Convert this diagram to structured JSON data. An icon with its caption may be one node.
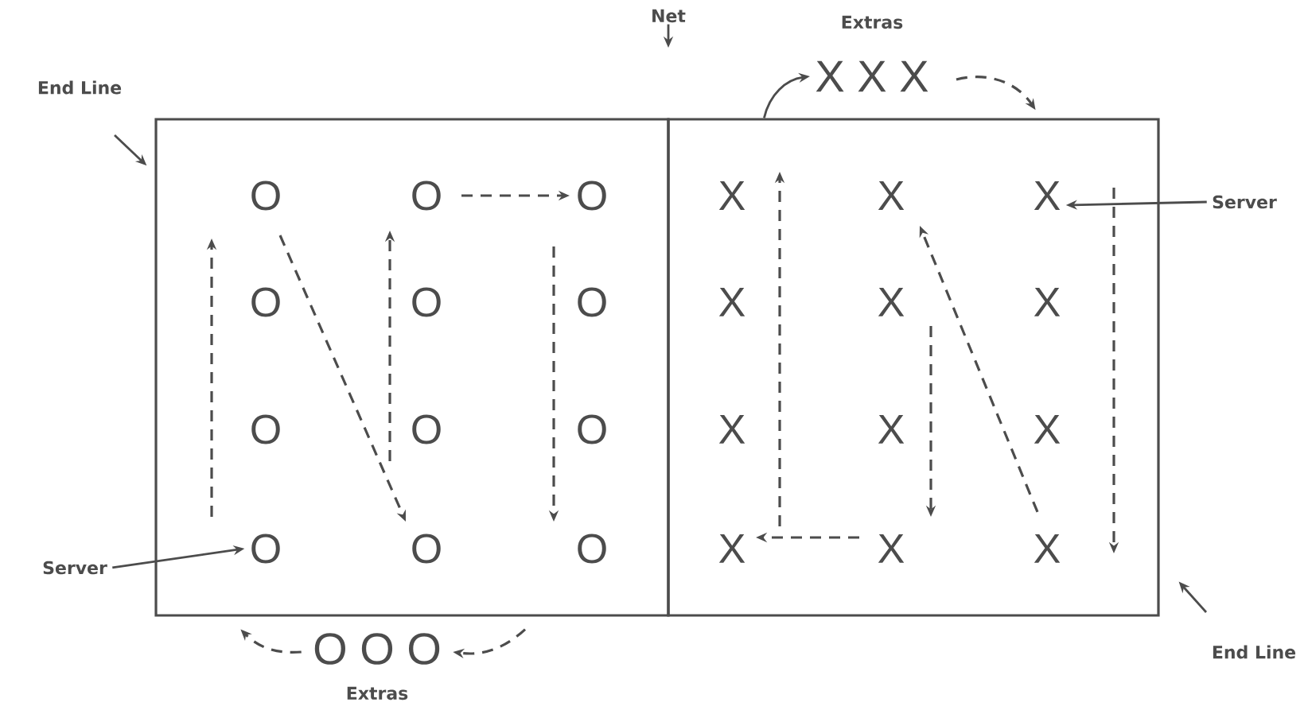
{
  "diagram": {
    "nodes": [
      {
        "text": [
          "End Line"
        ]
      },
      {
        "text": [
          "Net"
        ]
      },
      {
        "text": [
          "X X X"
        ],
        "beside": [
          "Extras"
        ]
      },
      {
        "text": [],
        "shape": "box"
      },
      {
        "text": [
          "O"
        ],
        "in": 3
      },
      {
        "text": [
          "O"
        ],
        "in": 3
      },
      {
        "text": [
          "O"
        ],
        "in": 3
      },
      {
        "text": [
          "O"
        ],
        "in": 3
      },
      {
        "text": [
          "O"
        ],
        "in": 3
      },
      {
        "text": [
          "O"
        ],
        "in": 3
      },
      {
        "text": [
          "O"
        ],
        "in": 3
      },
      {
        "text": [
          "O"
        ],
        "in": 3
      },
      {
        "text": [
          "O"
        ],
        "in": 3
      },
      {
        "text": [
          "O"
        ],
        "in": 3
      },
      {
        "text": [
          "O"
        ],
        "in": 3
      },
      {
        "text": [
          "O"
        ],
        "in": 3
      },
      {
        "text": [],
        "shape": "box"
      },
      {
        "text": [
          "X"
        ],
        "in": 16
      },
      {
        "text": [
          "X"
        ],
        "in": 16
      },
      {
        "text": [
          "X"
        ],
        "in": 16
      },
      {
        "text": [
          "X"
        ],
        "in": 16
      },
      {
        "text": [
          "X"
        ],
        "in": 16
      },
      {
        "text": [
          "X"
        ],
        "in": 16
      },
      {
        "text": [
          "X"
        ],
        "in": 16
      },
      {
        "text": [
          "X"
        ],
        "in": 16
      },
      {
        "text": [
          "X"
        ],
        "in": 16
      },
      {
        "text": [
          "X"
        ],
        "in": 16
      },
      {
        "text": [
          "X"
        ],
        "in": 16
      },
      {
        "text": [
          "X"
        ],
        "in": 16
      },
      {
        "text": [
          "Server"
        ]
      },
      {
        "text": [
          "Server"
        ]
      },
      {
        "text": [
          "End Line"
        ]
      },
      {
        "text": [
          "O O O"
        ],
        "beside": [
          "Extras"
        ]
      }
    ],
    "edges": [
      {
        "from": 13,
        "to": 4,
        "arrow": "to",
        "style": "dashed"
      },
      {
        "from": 4,
        "to": 14,
        "arrow": "to",
        "style": "dashed"
      },
      {
        "from": 11,
        "to": 5,
        "arrow": "to",
        "style": "dashed"
      },
      {
        "from": 5,
        "to": 6,
        "arrow": "to",
        "style": "dashed"
      },
      {
        "from": 6,
        "to": 15,
        "arrow": "to",
        "style": "dashed"
      },
      {
        "from": 19,
        "to": 28,
        "arrow": "to",
        "style": "dashed"
      },
      {
        "from": 28,
        "to": 18,
        "arrow": "to",
        "style": "dashed"
      },
      {
        "from": 21,
        "to": 27,
        "arrow": "to",
        "style": "dashed"
      },
      {
        "from": 27,
        "to": 26,
        "arrow": "to",
        "style": "dashed"
      },
      {
        "from": 26,
        "to": 17,
        "arrow": "to",
        "style": "dashed"
      },
      {
        "from": 3,
        "to": 32,
        "arrow": "to",
        "style": "dashed"
      },
      {
        "from": 32,
        "to": 3,
        "arrow": "to",
        "style": "dashed"
      },
      {
        "from": 16,
        "to": 2,
        "arrow": "to"
      },
      {
        "from": 2,
        "to": 16,
        "arrow": "to",
        "style": "dashed"
      },
      {
        "from": 30,
        "to": 13,
        "arrow": "to"
      },
      {
        "from": 29,
        "to": 19,
        "arrow": "to"
      },
      {
        "from": 0,
        "to": 3,
        "arrow": "to"
      },
      {
        "from": 31,
        "to": 16,
        "arrow": "to"
      },
      {
        "from": 1,
        "to": null,
        "arrow": "to"
      }
    ]
  }
}
